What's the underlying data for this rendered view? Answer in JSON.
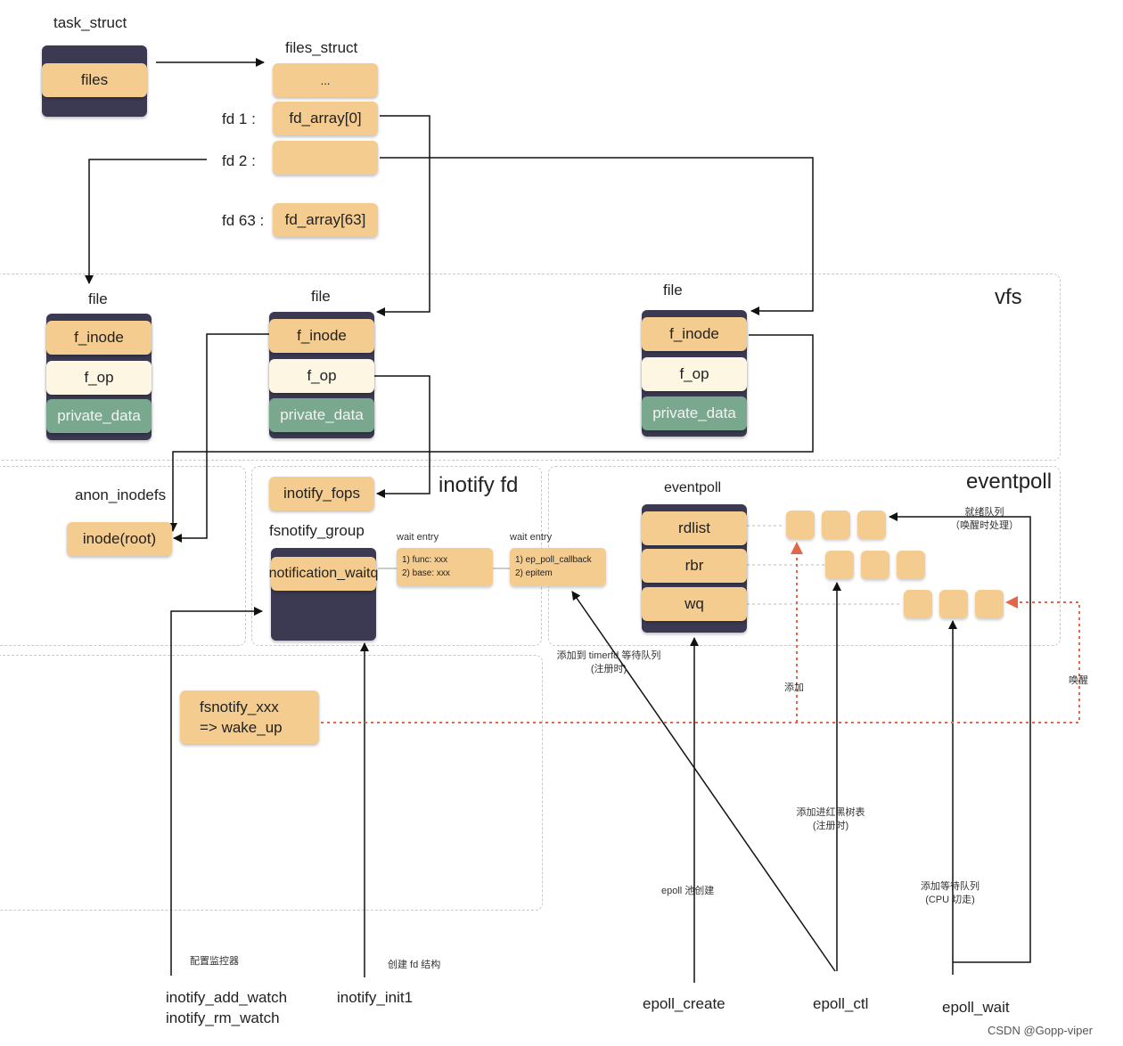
{
  "labels": {
    "task_struct": "task_struct",
    "files_struct": "files_struct",
    "fd1": "fd 1 :",
    "fd2": "fd 2 :",
    "fd63": "fd 63 :",
    "file_left": "file",
    "file_mid": "file",
    "file_right": "file",
    "vfs": "vfs",
    "anon_inodefs": "anon_inodefs",
    "inotify_fd": "inotify fd",
    "fsnotify_group": "fsnotify_group",
    "eventpoll_title": "eventpoll",
    "eventpoll_region": "eventpoll",
    "wait_entry_1": "wait entry",
    "wait_entry_2": "wait entry"
  },
  "boxes": {
    "files": "files",
    "ellipsis": "...",
    "fd_array0": "fd_array[0]",
    "fd_array63": "fd_array[63]",
    "f_inode": "f_inode",
    "f_op": "f_op",
    "private_data": "private_data",
    "inode_root": "inode(root)",
    "inotify_fops": "inotify_fops",
    "notification_waitq": "notification_waitq",
    "rdlist": "rdlist",
    "rbr": "rbr",
    "wq": "wq",
    "fsnotify_line1": "fsnotify_xxx",
    "fsnotify_line2": "=> wake_up"
  },
  "wait_entries": {
    "first_line1": "1)  func: xxx",
    "first_line2": "2)  base: xxx",
    "second_line1": "1) ep_poll_callback",
    "second_line2": "2) epitem"
  },
  "annotations": {
    "ready_queue_1": "就绪队列",
    "ready_queue_2": "（唤醒时处理）",
    "add_timerfd_1": "添加到 timerfd 等待队列",
    "add_timerfd_2": "(注册时)",
    "add": "添加",
    "wakeup": "唤醒",
    "add_rbtree_1": "添加进红黑树表",
    "add_rbtree_2": "(注册时)",
    "epoll_pool_create": "epoll 池创建",
    "add_wait_queue_1": "添加等待队列",
    "add_wait_queue_2": "(CPU 切走)",
    "config_monitor": "配置监控器",
    "create_fd": "创建 fd 结构"
  },
  "calls": {
    "inotify_add_watch": "inotify_add_watch",
    "inotify_rm_watch": "inotify_rm_watch",
    "inotify_init1": "inotify_init1",
    "epoll_create": "epoll_create",
    "epoll_ctl": "epoll_ctl",
    "epoll_wait": "epoll_wait"
  },
  "watermark": "CSDN @Gopp-viper",
  "colors": {
    "box_orange": "#f4cc8f",
    "box_cream": "#fcf6e3",
    "box_green": "#7aa88e",
    "stack_dark": "#3b3a52",
    "wakeup_dotted": "#e0674a"
  }
}
